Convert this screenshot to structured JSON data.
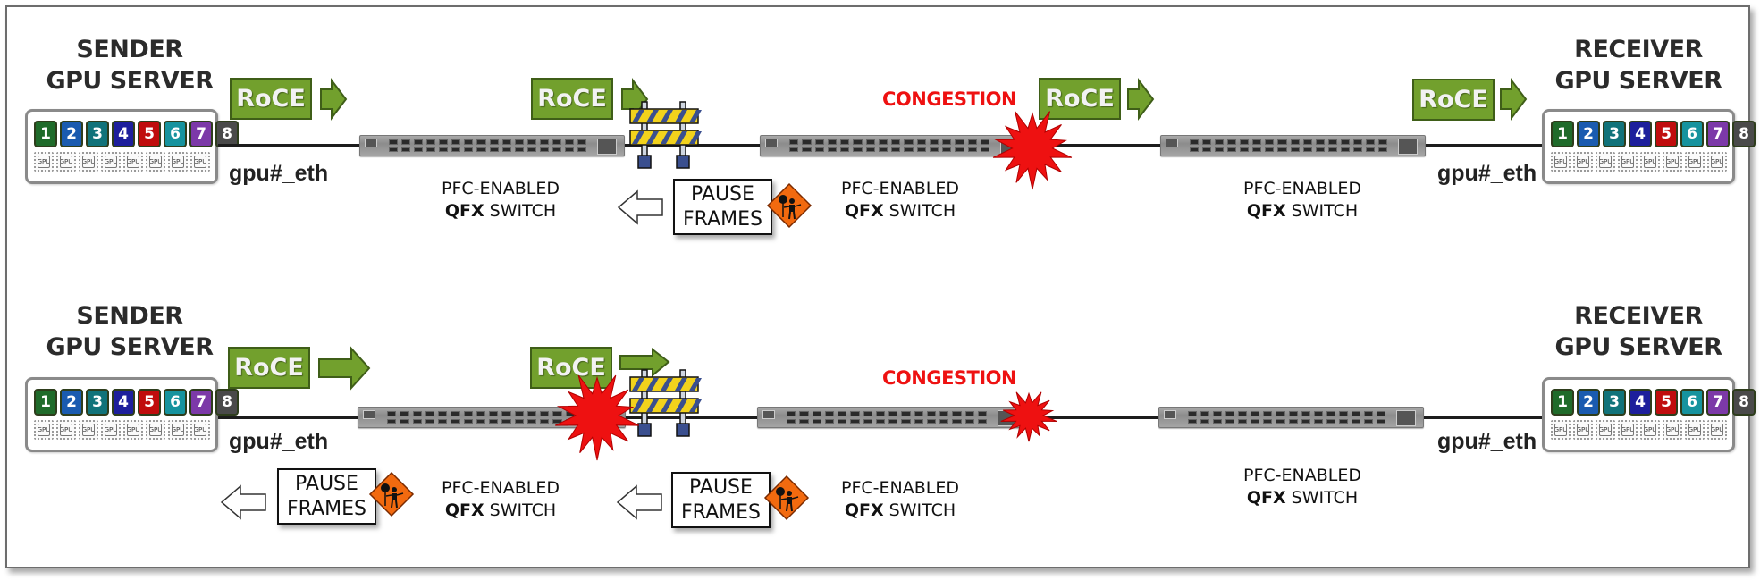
{
  "diagram": {
    "description": "PFC pause-frame propagation across QFX switches between sender and receiver GPU servers",
    "colors": {
      "roce_green": "#72a02d",
      "congestion_red": "#ee1111",
      "barricade_yellow": "#f2d21c",
      "barricade_blue": "#3a4f8f",
      "warning_orange": "#f26a0f"
    },
    "gpu_tiles": [
      {
        "label": "1",
        "color": "#1f6b2a"
      },
      {
        "label": "2",
        "color": "#1a5bb0"
      },
      {
        "label": "3",
        "color": "#11737a"
      },
      {
        "label": "4",
        "color": "#1d1f9c"
      },
      {
        "label": "5",
        "color": "#c00d0d"
      },
      {
        "label": "6",
        "color": "#16939e"
      },
      {
        "label": "7",
        "color": "#7c39a8"
      },
      {
        "label": "8",
        "color": "#4a4a4a"
      }
    ],
    "gpu_chip_label": "GPU",
    "rows": [
      {
        "sender": {
          "title_line1": "SENDER",
          "title_line2": "GPU SERVER",
          "interface": "gpu#_eth"
        },
        "receiver": {
          "title_line1": "RECEIVER",
          "title_line2": "GPU SERVER",
          "interface": "gpu#_eth"
        },
        "roce_labels": [
          "RoCE",
          "RoCE",
          "RoCE",
          "RoCE"
        ],
        "congestion": "CONGESTION",
        "switches": [
          {
            "line1": "PFC-ENABLED",
            "bold": "QFX",
            "rest": " SWITCH"
          },
          {
            "line1": "PFC-ENABLED",
            "bold": "QFX",
            "rest": " SWITCH"
          },
          {
            "line1": "PFC-ENABLED",
            "bold": "QFX",
            "rest": " SWITCH"
          }
        ],
        "pause_frames": [
          {
            "line1": "PAUSE",
            "line2": "FRAMES"
          }
        ]
      },
      {
        "sender": {
          "title_line1": "SENDER",
          "title_line2": "GPU SERVER",
          "interface": "gpu#_eth"
        },
        "receiver": {
          "title_line1": "RECEIVER",
          "title_line2": "GPU SERVER",
          "interface": "gpu#_eth"
        },
        "roce_labels": [
          "RoCE",
          "RoCE"
        ],
        "congestion": "CONGESTION",
        "switches": [
          {
            "line1": "PFC-ENABLED",
            "bold": "QFX",
            "rest": " SWITCH"
          },
          {
            "line1": "PFC-ENABLED",
            "bold": "QFX",
            "rest": " SWITCH"
          },
          {
            "line1": "PFC-ENABLED",
            "bold": "QFX",
            "rest": " SWITCH"
          }
        ],
        "pause_frames": [
          {
            "line1": "PAUSE",
            "line2": "FRAMES"
          },
          {
            "line1": "PAUSE",
            "line2": "FRAMES"
          }
        ]
      }
    ]
  }
}
